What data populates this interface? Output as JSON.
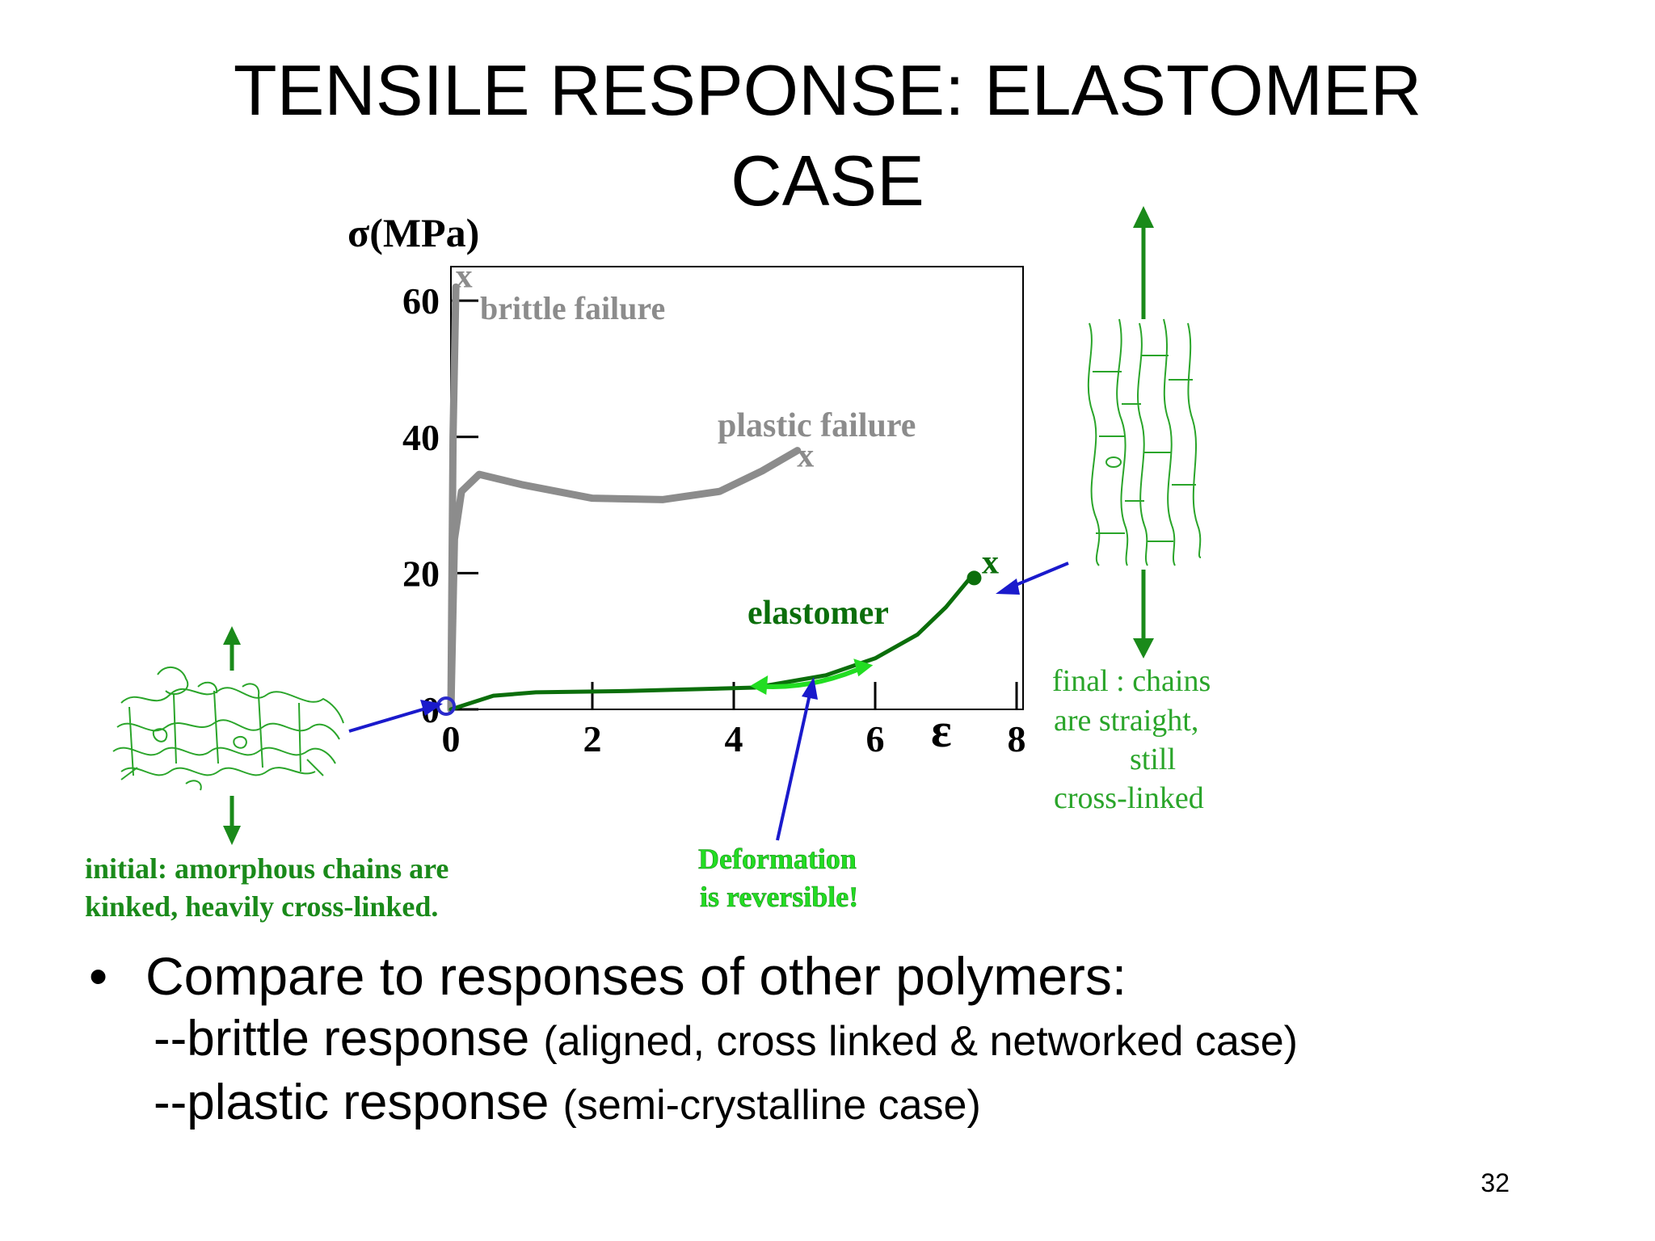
{
  "slide": {
    "title_line1": "TENSILE RESPONSE:  ELASTOMER",
    "title_line2": "CASE",
    "page_number": "32"
  },
  "bullets": {
    "main": "Compare to responses of other polymers:",
    "items": [
      {
        "label": "--brittle response",
        "note": "(aligned, cross linked & networked case)"
      },
      {
        "label": "--plastic response",
        "note": "(semi-crystalline case)"
      }
    ]
  },
  "annotations": {
    "initial_line1": "initial:  amorphous chains are",
    "initial_line2": "kinked, heavily cross-linked.",
    "deformation_line1": "Deformation",
    "deformation_line2": "is reversible!",
    "final_line1": "final :  chains",
    "final_line2": "are straight,",
    "final_line3": "still",
    "final_line4": "cross-linked"
  },
  "colors": {
    "gray_curve": "#8c8c8c",
    "elastomer_curve": "#0b6e0b",
    "bright_green": "#22dd22",
    "label_green": "#1a8a1a",
    "arrow_blue": "#1a1acc",
    "chain_green": "#2aa52a"
  },
  "chart_data": {
    "type": "line",
    "xlabel": "ε",
    "ylabel": "σ(MPa)",
    "xlim": [
      0,
      8
    ],
    "ylim": [
      0,
      65
    ],
    "x_ticks": [
      "0",
      "2",
      "4",
      "6",
      "8"
    ],
    "y_ticks": [
      "0",
      "20",
      "40",
      "60"
    ],
    "grid": false,
    "series": [
      {
        "name": "brittle failure",
        "points": [
          [
            0,
            0
          ],
          [
            0.03,
            40
          ],
          [
            0.07,
            62
          ]
        ]
      },
      {
        "name": "plastic failure",
        "points": [
          [
            0,
            0
          ],
          [
            0.05,
            25
          ],
          [
            0.15,
            32
          ],
          [
            0.4,
            34.5
          ],
          [
            1.0,
            33
          ],
          [
            2.0,
            31
          ],
          [
            3.0,
            30.8
          ],
          [
            3.8,
            32
          ],
          [
            4.4,
            35
          ],
          [
            4.9,
            38
          ]
        ]
      },
      {
        "name": "elastomer",
        "points": [
          [
            0,
            0
          ],
          [
            0.6,
            2
          ],
          [
            1.2,
            2.5
          ],
          [
            2.5,
            2.7
          ],
          [
            4.3,
            3.2
          ],
          [
            5.3,
            5
          ],
          [
            6.0,
            7.5
          ],
          [
            6.6,
            11
          ],
          [
            7.0,
            15
          ],
          [
            7.4,
            20
          ]
        ]
      }
    ],
    "failure_marks": [
      "x",
      "x",
      "x"
    ],
    "reversible_range": [
      4.3,
      5.9
    ]
  }
}
